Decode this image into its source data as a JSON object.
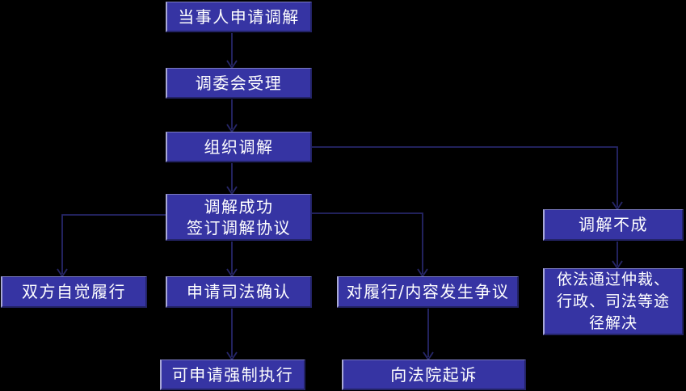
{
  "diagram": {
    "type": "flowchart",
    "colors": {
      "background": "#000000",
      "node_fill": "#3634A3",
      "node_border_light": "#A9A9D6",
      "node_border_top": "#7B7BC0",
      "node_border_dark": "#232366",
      "node_text": "#FFFFFF",
      "connector": "#262668"
    },
    "nodes": [
      {
        "id": "apply",
        "label": "当事人申请调解"
      },
      {
        "id": "accept",
        "label": "调委会受理"
      },
      {
        "id": "organize",
        "label": "组织调解"
      },
      {
        "id": "success",
        "label": "调解成功\n签订调解协议"
      },
      {
        "id": "voluntary",
        "label": "双方自觉履行"
      },
      {
        "id": "judicial",
        "label": "申请司法确认"
      },
      {
        "id": "dispute",
        "label": "对履行/内容发生争议"
      },
      {
        "id": "fail",
        "label": "调解不成"
      },
      {
        "id": "other",
        "label": "依法通过仲裁、\n行政、司法等途\n径解决"
      },
      {
        "id": "enforce",
        "label": "可申请强制执行"
      },
      {
        "id": "sue",
        "label": "向法院起诉"
      }
    ],
    "edges": [
      {
        "from": "apply",
        "to": "accept"
      },
      {
        "from": "accept",
        "to": "organize"
      },
      {
        "from": "organize",
        "to": "success"
      },
      {
        "from": "success",
        "to": "voluntary"
      },
      {
        "from": "success",
        "to": "judicial"
      },
      {
        "from": "success",
        "to": "dispute"
      },
      {
        "from": "organize",
        "to": "fail"
      },
      {
        "from": "fail",
        "to": "other"
      },
      {
        "from": "judicial",
        "to": "enforce"
      },
      {
        "from": "dispute",
        "to": "sue"
      }
    ]
  }
}
